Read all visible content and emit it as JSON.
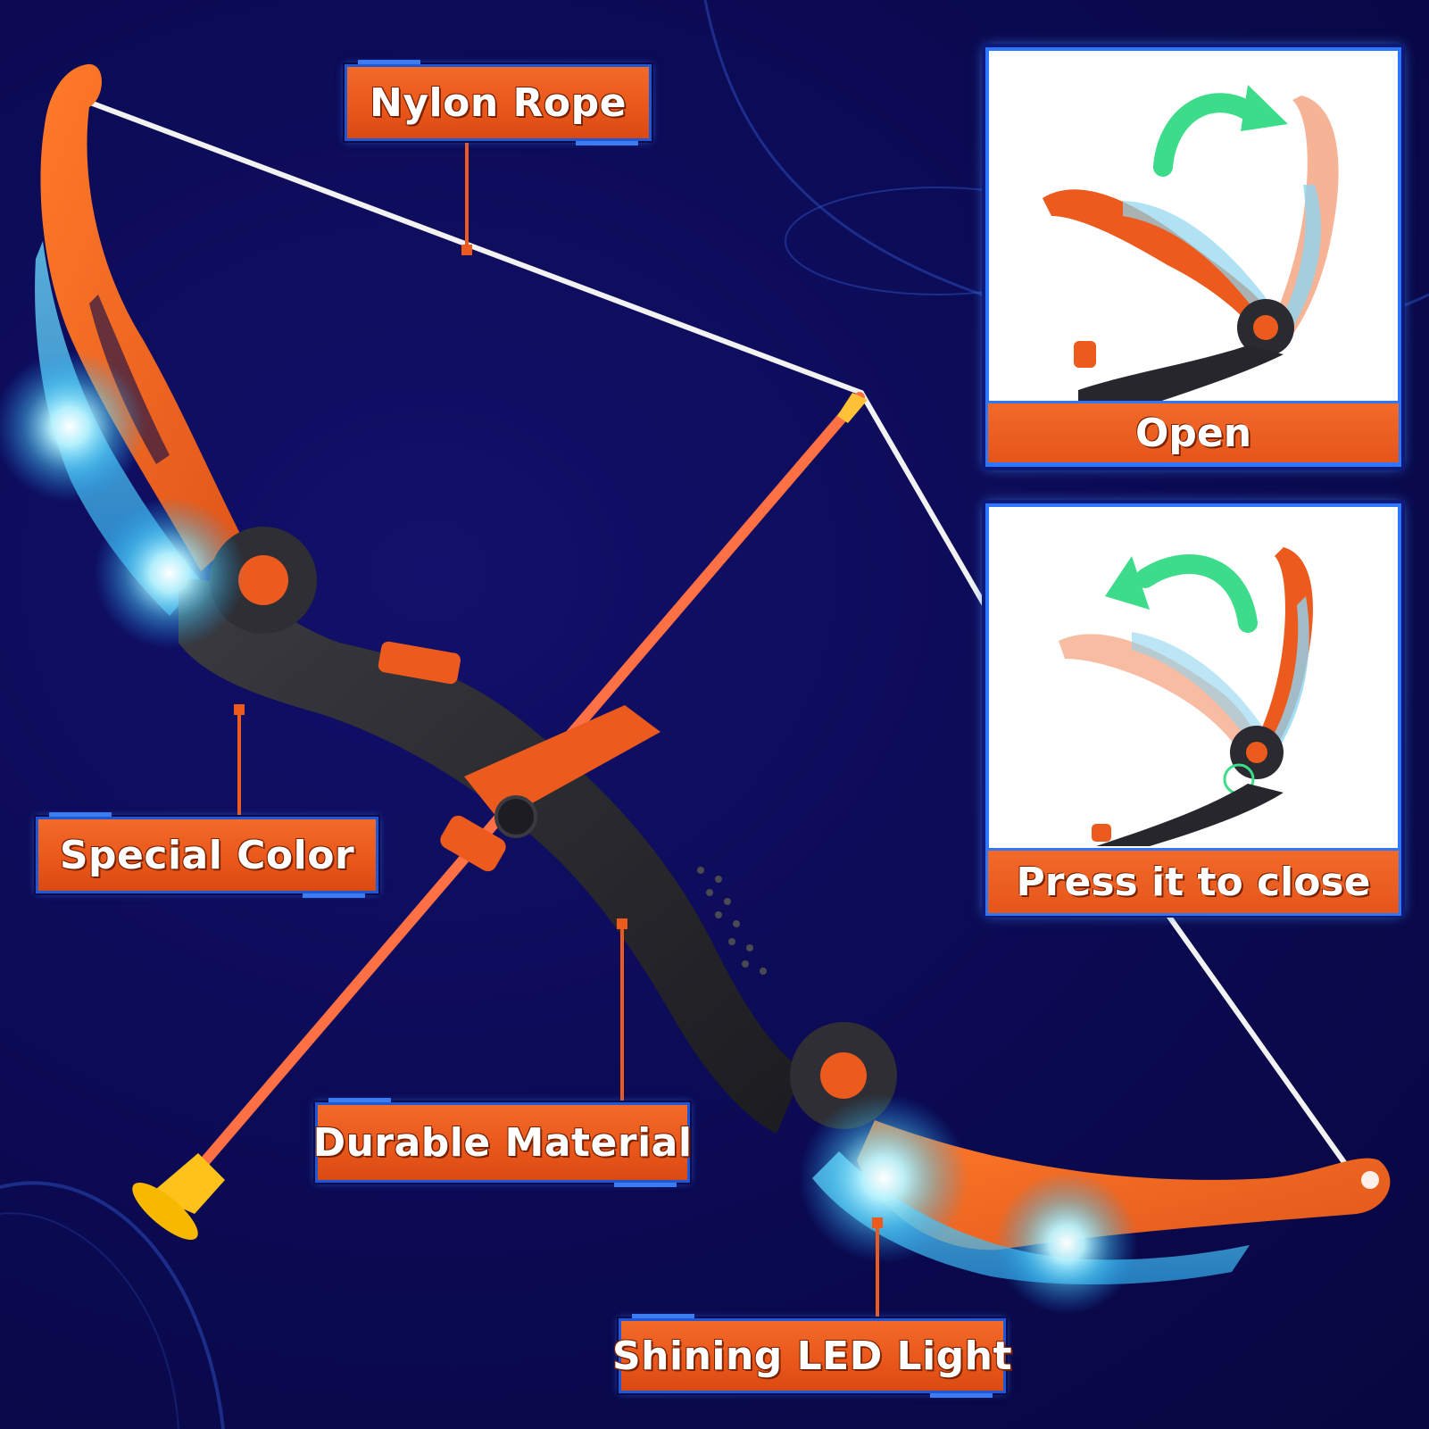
{
  "labels": {
    "nylon_rope": "Nylon Rope",
    "special_color": "Special Color",
    "durable_material": "Durable Material",
    "shining_led_light": "Shining LED Light"
  },
  "panels": {
    "open": {
      "caption": "Open"
    },
    "close": {
      "caption": "Press it to close"
    }
  },
  "colors": {
    "background": "#0b0a4a",
    "accent_orange": "#ec5a1e",
    "accent_blue": "#2f77ff",
    "led_cyan": "#7fe6ff",
    "arrow_green": "#3ddc8a"
  }
}
